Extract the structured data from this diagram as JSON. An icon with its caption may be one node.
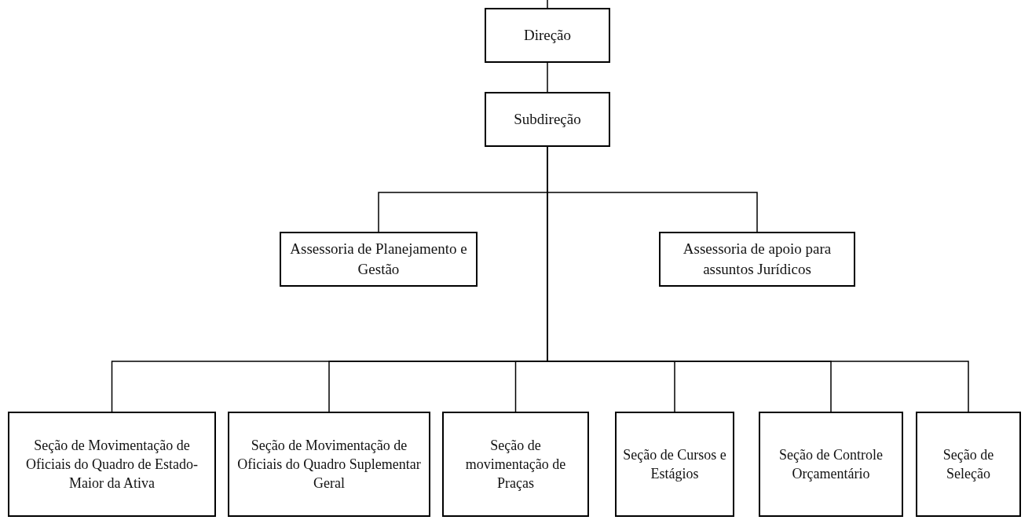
{
  "diagram": {
    "nodes": [
      {
        "text": [
          "Direção"
        ]
      },
      {
        "text": [
          "Subdireção"
        ]
      },
      {
        "text": [
          "Assessoria de Planejamento e Gestão"
        ]
      },
      {
        "text": [
          "Assessoria de apoio para assuntos Jurídicos"
        ]
      },
      {
        "text": [
          "Seção de Movimentação de Oficiais do Quadro de Estado-Maior da Ativa"
        ]
      },
      {
        "text": [
          "Seção de Movimentação de Oficiais do Quadro Suplementar Geral"
        ]
      },
      {
        "text": [
          "Seção de movimentação de Praças"
        ]
      },
      {
        "text": [
          "Seção de Cursos e Estágios"
        ]
      },
      {
        "text": [
          "Seção de Controle Orçamentário"
        ]
      },
      {
        "text": [
          "Seção de Seleção"
        ]
      }
    ],
    "edges": [
      {
        "from": null,
        "to": 0,
        "arrow": "none"
      },
      {
        "from": 0,
        "to": 1,
        "arrow": "none"
      },
      {
        "from": 1,
        "to": 2,
        "arrow": "none"
      },
      {
        "from": 1,
        "to": 3,
        "arrow": "none"
      },
      {
        "from": 1,
        "to": 4,
        "arrow": "none"
      },
      {
        "from": 1,
        "to": 5,
        "arrow": "none"
      },
      {
        "from": 1,
        "to": 6,
        "arrow": "none"
      },
      {
        "from": 1,
        "to": 7,
        "arrow": "none"
      },
      {
        "from": 1,
        "to": 8,
        "arrow": "none"
      },
      {
        "from": 1,
        "to": 9,
        "arrow": "none"
      }
    ]
  }
}
